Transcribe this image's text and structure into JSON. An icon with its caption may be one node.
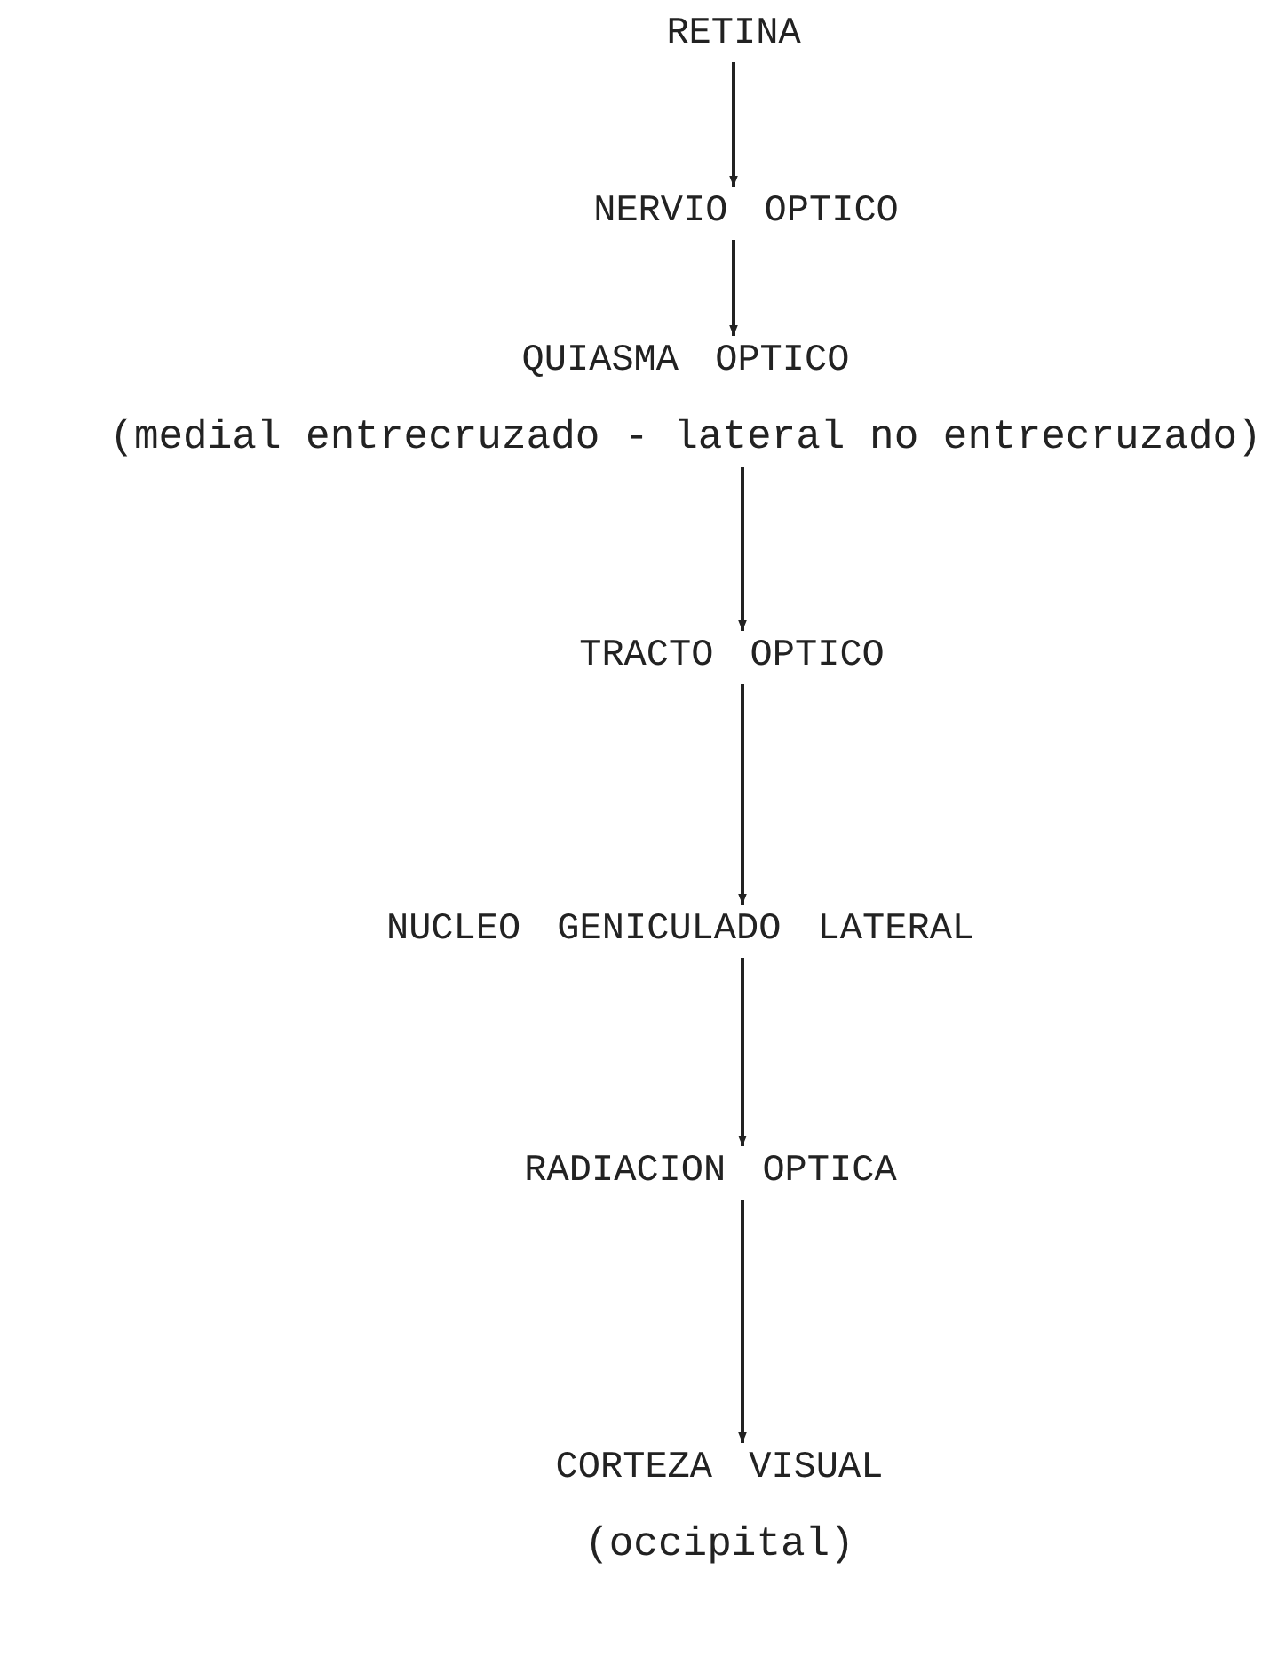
{
  "diagram": {
    "nodes": [
      {
        "text": [
          "RETINA"
        ]
      },
      {
        "text": [
          "NERVIO OPTICO"
        ]
      },
      {
        "text": [
          "QUIASMA OPTICO"
        ],
        "beside": [
          "(medial entrecruzado - lateral no entrecruzado)"
        ]
      },
      {
        "text": [
          "TRACTO OPTICO"
        ]
      },
      {
        "text": [
          "NUCLEO GENICULADO LATERAL"
        ]
      },
      {
        "text": [
          "RADIACION OPTICA"
        ]
      },
      {
        "text": [
          "CORTEZA VISUAL"
        ],
        "beside": [
          "(occipital)"
        ]
      }
    ],
    "edges": [
      {
        "from": 0,
        "to": 1,
        "arrow": "to"
      },
      {
        "from": 1,
        "to": 2,
        "arrow": "to"
      },
      {
        "from": 2,
        "to": 3,
        "arrow": "to"
      },
      {
        "from": 3,
        "to": 4,
        "arrow": "to"
      },
      {
        "from": 4,
        "to": 5,
        "arrow": "to"
      },
      {
        "from": 5,
        "to": 6,
        "arrow": "to"
      }
    ]
  }
}
